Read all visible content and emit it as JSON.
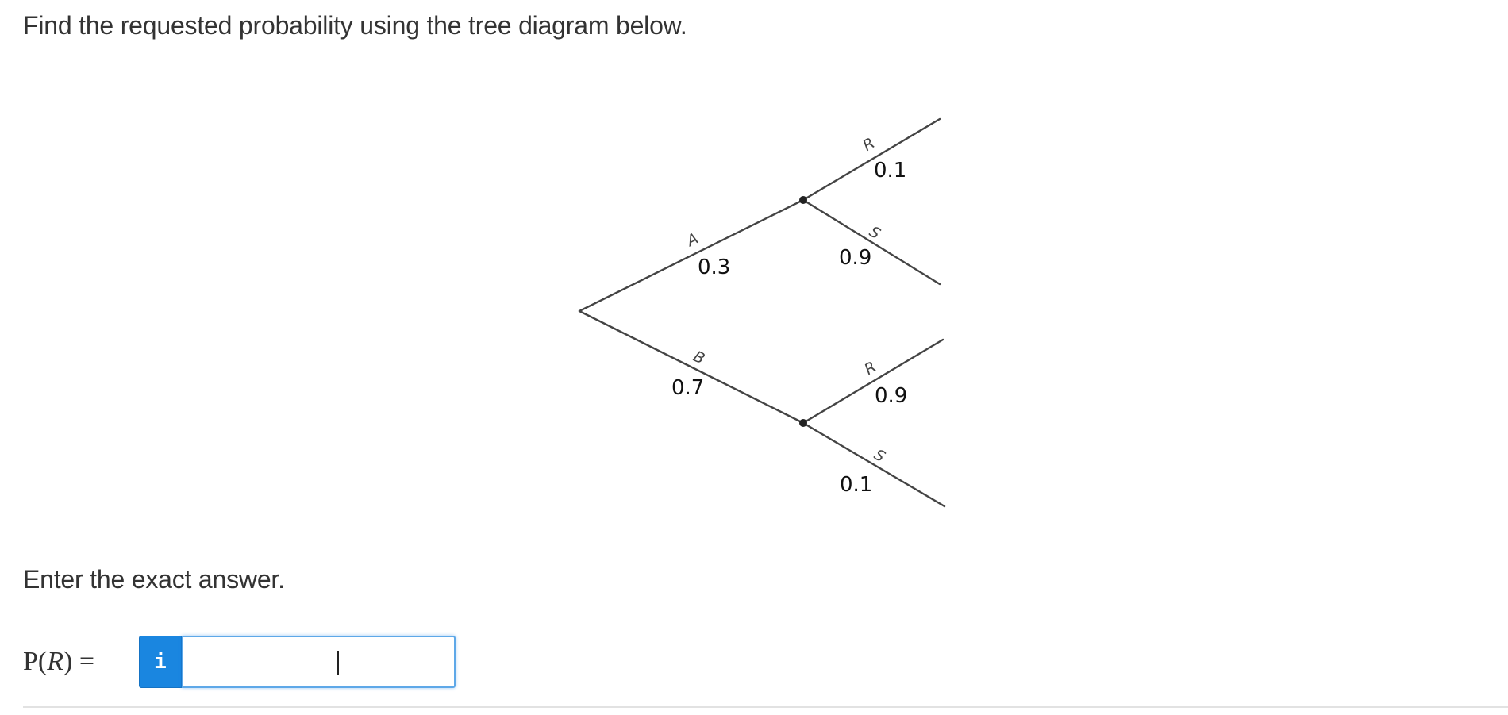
{
  "question": {
    "prompt": "Find the requested probability using the tree diagram below."
  },
  "tree": {
    "first_level": [
      {
        "event": "A",
        "probability": "0.3"
      },
      {
        "event": "B",
        "probability": "0.7"
      }
    ],
    "second_level_after_A": [
      {
        "event": "R",
        "probability": "0.1"
      },
      {
        "event": "S",
        "probability": "0.9"
      }
    ],
    "second_level_after_B": [
      {
        "event": "R",
        "probability": "0.9"
      },
      {
        "event": "S",
        "probability": "0.1"
      }
    ]
  },
  "instruction": "Enter the exact answer.",
  "answer": {
    "label_prefix": "P(",
    "label_var": "R",
    "label_suffix": ") =",
    "info_icon": "i",
    "value": "",
    "colors": {
      "info_button": "#1a86e0",
      "input_border": "#5ea8e8"
    }
  }
}
